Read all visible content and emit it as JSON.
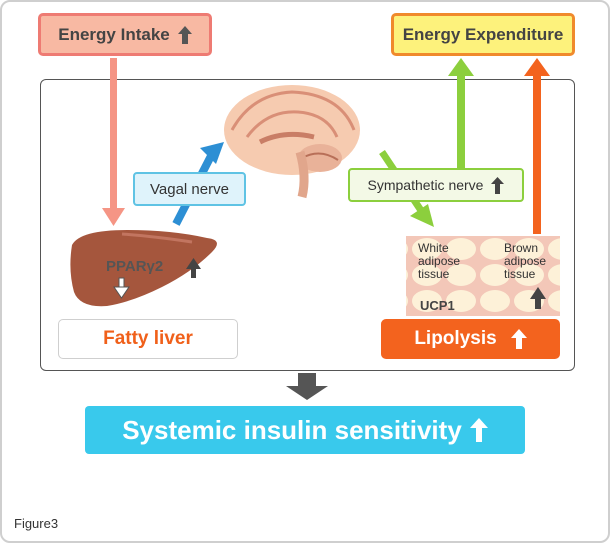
{
  "top": {
    "energy_intake": "Energy Intake",
    "energy_expenditure": "Energy Expenditure"
  },
  "nerves": {
    "vagal": "Vagal nerve",
    "sympathetic": "Sympathetic nerve"
  },
  "liver": {
    "ppar": "PPARγ2"
  },
  "adipose": {
    "white": [
      "White",
      "adipose",
      "tissue"
    ],
    "brown": [
      "Brown",
      "adipose",
      "tissue"
    ],
    "ucp1": "UCP1"
  },
  "outcomes": {
    "fatty_liver": "Fatty liver",
    "lipolysis": "Lipolysis",
    "systemic": "Systemic insulin sensitivity"
  },
  "caption": "Figure3",
  "colors": {
    "intake_border": "#ee7b73",
    "expenditure_border": "#f08a2c",
    "vagal": "#2d8fd4",
    "sympathetic": "#8ccf3d",
    "lipolysis": "#f3631e",
    "systemic": "#39c9ec"
  },
  "icons": [
    "up-arrow-icon",
    "down-arrow-icon",
    "brain-icon",
    "liver-icon",
    "adipose-tissue-icon"
  ]
}
